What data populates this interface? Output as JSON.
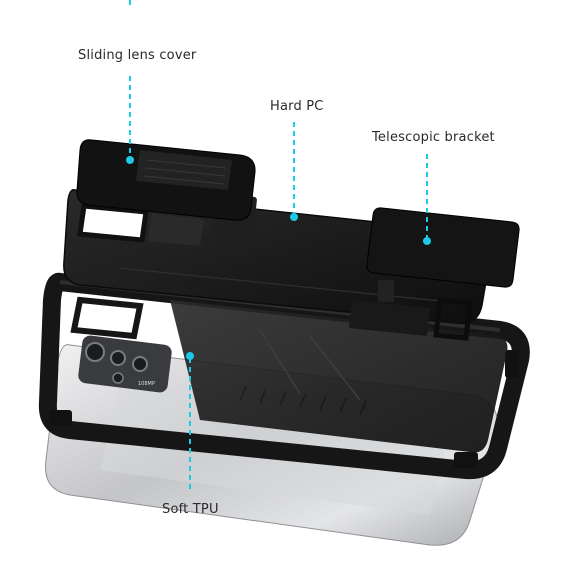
{
  "callouts": {
    "lens_cover": "Sliding lens cover",
    "hard_pc": "Hard PC",
    "bracket": "Telescopic bracket",
    "soft_tpu": "Soft TPU"
  },
  "phone_mark": "108MP",
  "colors": {
    "accent": "#1ec8e6",
    "case_black": "#161616",
    "phone_silver": "#c9cacc"
  }
}
